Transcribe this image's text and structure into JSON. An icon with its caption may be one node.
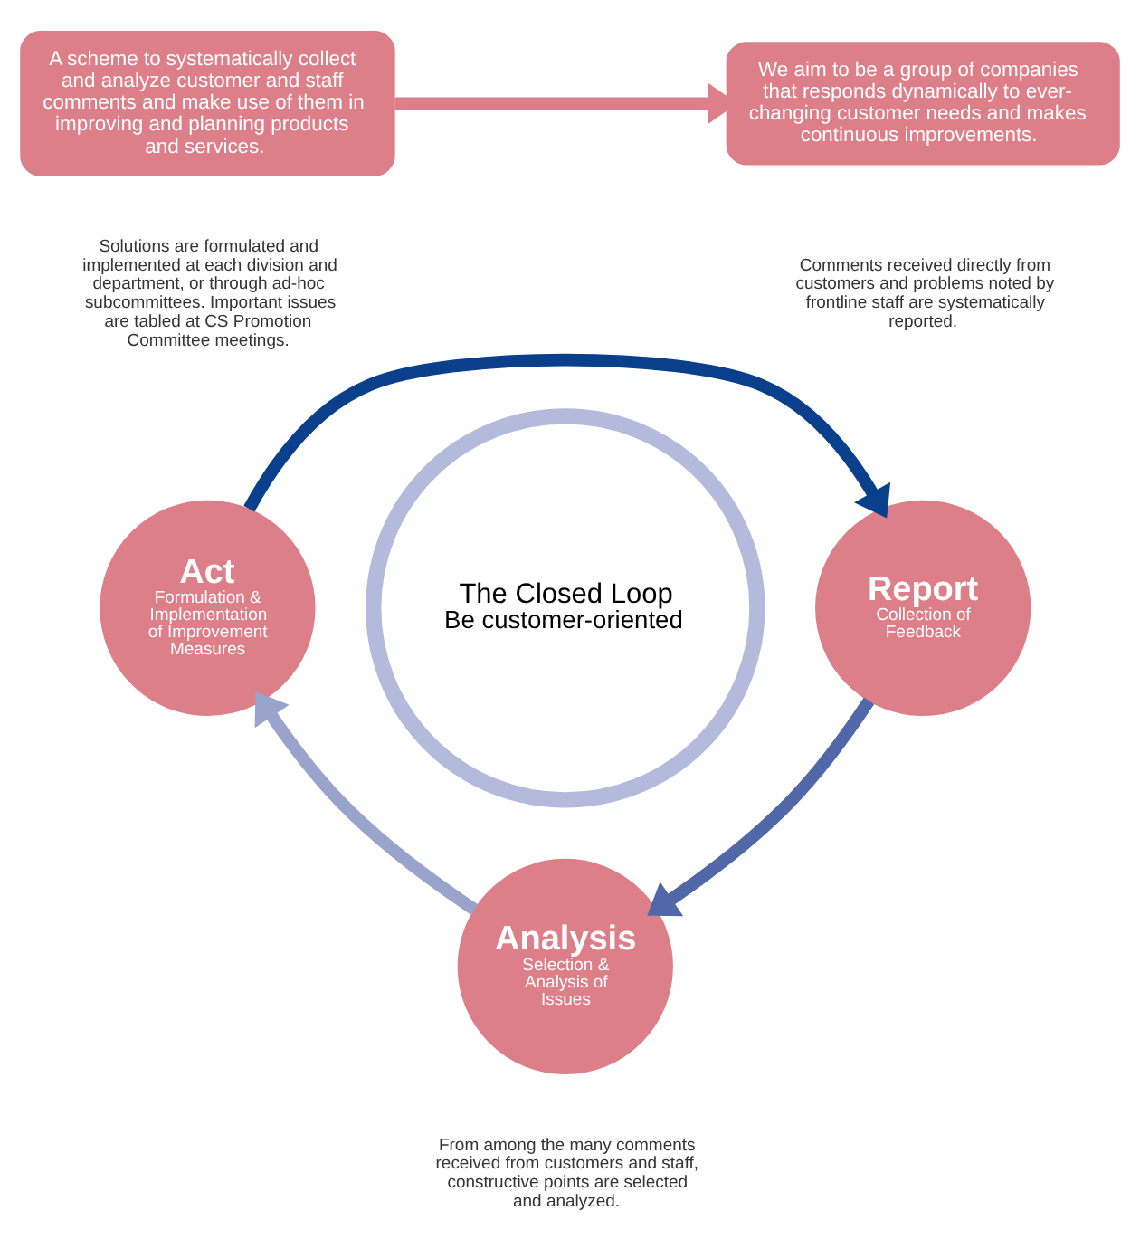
{
  "diagram": {
    "nodes": [
      {
        "text": [
          "A scheme to systematically collect and analyze customer and staff comments and make use of them in improving and planning products and services."
        ]
      },
      {
        "text": [
          "We aim to be a group of companies that responds dynamically to ever-changing customer needs and makes continuous improvements."
        ]
      },
      {
        "text": [
          "Report",
          "Collection of Feedback"
        ]
      },
      {
        "text": [
          "Analysis",
          "Selection & Analysis of Issues"
        ]
      },
      {
        "text": [
          "Act",
          "Formulation & Implementation of Improvement Measures"
        ]
      },
      {
        "text": [
          "The Closed Loop",
          "Be customer-oriented"
        ]
      }
    ],
    "edges": [
      {
        "from": 0,
        "to": 1,
        "arrow": "to",
        "color": "#dc7f88"
      },
      {
        "from": 2,
        "to": 3,
        "arrow": "to",
        "color": "#5068a8"
      },
      {
        "from": 3,
        "to": 4,
        "arrow": "to",
        "color": "#9aa3cc"
      },
      {
        "from": 4,
        "to": 2,
        "arrow": "to",
        "color": "#0a3f8c"
      }
    ],
    "labels": [
      "Comments received directly from customers and problems noted by frontline staff are systematically reported.",
      "Solutions are formulated and implemented at each division and department, or through ad-hoc subcommittees. Important issues are tabled at CS Promotion Committee meetings.",
      "From among the many comments received from customers and staff, constructive points are selected and analyzed."
    ]
  }
}
